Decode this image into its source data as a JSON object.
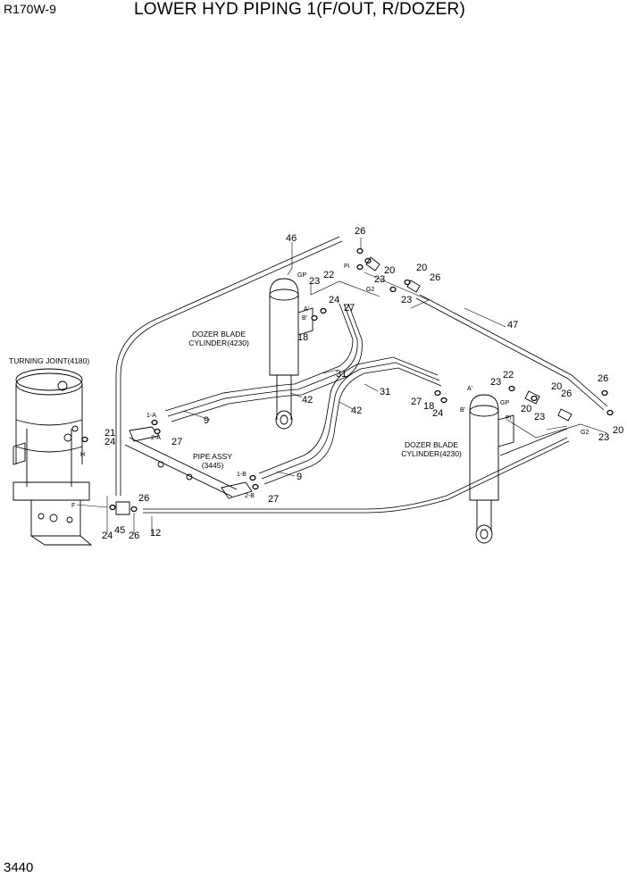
{
  "header": {
    "model": "R170W-9",
    "title": "LOWER HYD PIPING 1(F/OUT, R/DOZER)"
  },
  "footer": {
    "page_number": "3440"
  },
  "captions": {
    "turning_joint": "TURNING JOINT(4180)",
    "dozer_left_1": "DOZER BLADE",
    "dozer_left_2": "CYLINDER(4230)",
    "dozer_right_1": "DOZER BLADE",
    "dozer_right_2": "CYLINDER(4230)",
    "pipe_assy_1": "PIPE ASSY",
    "pipe_assy_2": "(3445)"
  },
  "ports": {
    "GP_left": "GP",
    "Pi_left": "Pi",
    "G2_left": "G2",
    "A_left": "A'",
    "B_left": "B'",
    "A_right": "A'",
    "B_right": "B'",
    "GP_right": "GP",
    "Pi_right": "Pi",
    "G2_right": "G2",
    "F": "F",
    "H": "H",
    "p1A": "1-A",
    "p2A": "2-A",
    "p1B": "1-B",
    "p2B": "2-B"
  },
  "part_numbers": {
    "n46": "46",
    "n26a": "26",
    "n22a": "22",
    "n23a": "23",
    "n20a": "20",
    "n23b": "23",
    "n20b": "20",
    "n26b": "26",
    "n23c": "23",
    "n24a": "24",
    "n27a": "27",
    "n18a": "18",
    "n47": "47",
    "n31a": "31",
    "n42a": "42",
    "n31b": "31",
    "n42b": "42",
    "n9a": "9",
    "n27b": "27",
    "n9b": "9",
    "n27c": "27",
    "n21": "21",
    "n24b": "24",
    "n26c": "26",
    "n24c": "24",
    "n45": "45",
    "n26d": "26",
    "n12": "12",
    "n22b": "22",
    "n23d": "23",
    "n20c": "20",
    "n26e": "26",
    "n20d": "20",
    "n23e": "23",
    "n27d": "27",
    "n18b": "18",
    "n24d": "24",
    "n26f": "26",
    "n23f": "23",
    "n20e": "20"
  }
}
